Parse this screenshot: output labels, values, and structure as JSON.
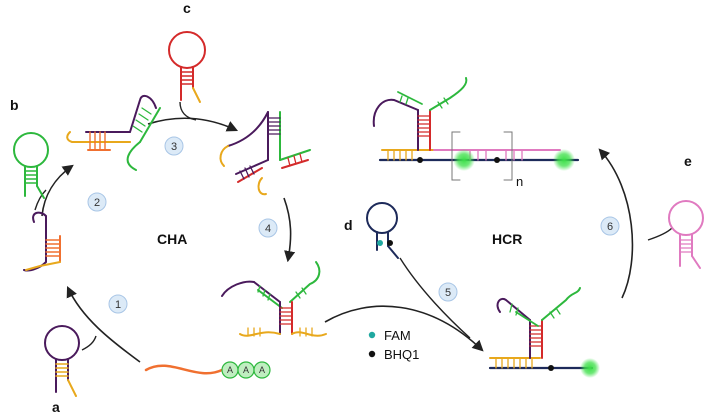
{
  "labels": {
    "a": "a",
    "b": "b",
    "c": "c",
    "d": "d",
    "e": "e",
    "cha": "CHA",
    "hcr": "HCR",
    "repeat_n": "n"
  },
  "steps": [
    "1",
    "2",
    "3",
    "4",
    "5",
    "6"
  ],
  "legend": {
    "fam": "FAM",
    "bhq": "BHQ1"
  },
  "polyA": [
    "A",
    "A",
    "A"
  ],
  "colors": {
    "purple": "#4a1a5c",
    "green": "#2db83d",
    "red": "#d42a2a",
    "orange": "#f07030",
    "yellow": "#e8a81c",
    "navy": "#1d2a5a",
    "pink": "#e07ac0",
    "fam": "#20a8a0",
    "glow": "#3ee04a",
    "step_circle": "#dceaf7"
  }
}
